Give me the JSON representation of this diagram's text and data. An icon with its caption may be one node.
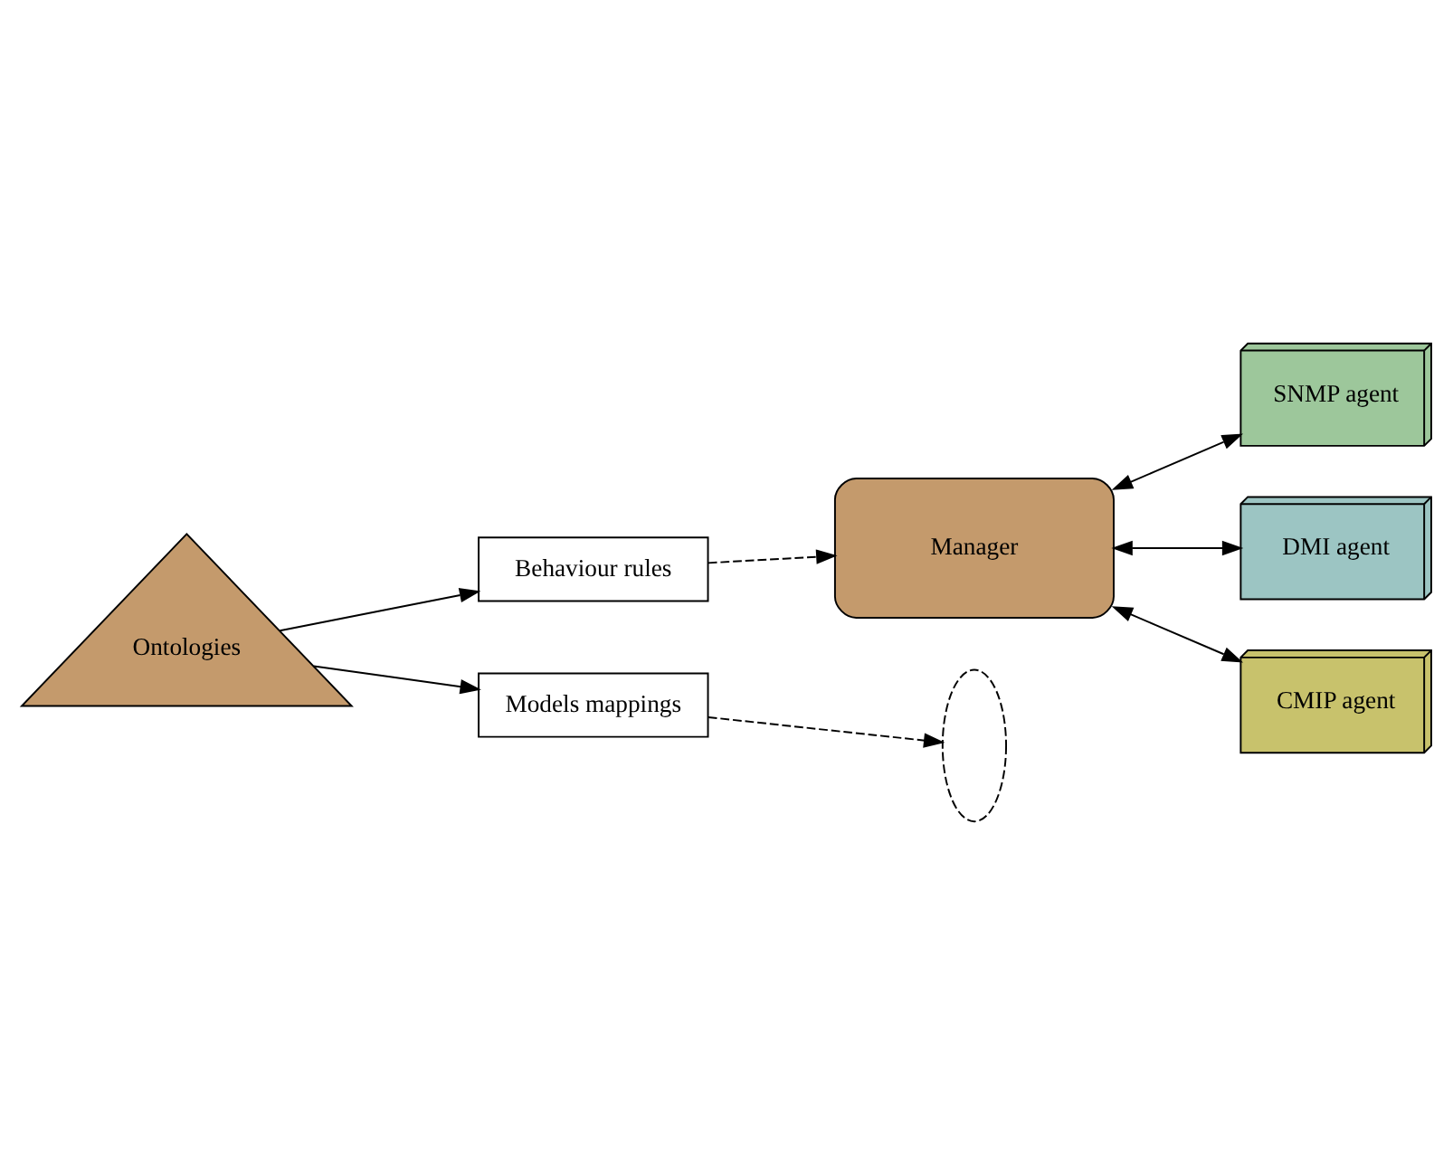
{
  "diagram": {
    "nodes": [
      {
        "text": [
          "Manager"
        ]
      },
      {
        "text": [
          "SNMP agent"
        ]
      },
      {
        "text": [
          "DMI agent"
        ]
      },
      {
        "text": [
          "CMIP agent"
        ]
      },
      {
        "text": [
          "Behaviour rules"
        ]
      },
      {
        "text": [
          "Models mappings"
        ]
      },
      {
        "text": [
          "Ontologies"
        ]
      },
      {
        "text": [],
        "shape": "ellipse"
      }
    ],
    "edges": [
      {
        "from": 0,
        "to": 1,
        "arrow": "both"
      },
      {
        "from": 0,
        "to": 2,
        "arrow": "both"
      },
      {
        "from": 0,
        "to": 3,
        "arrow": "both"
      },
      {
        "from": 4,
        "to": 0,
        "arrow": "to",
        "style": "dashed"
      },
      {
        "from": 5,
        "to": 7,
        "arrow": "to",
        "style": "dashed"
      },
      {
        "from": 6,
        "to": 4,
        "arrow": "to"
      },
      {
        "from": 6,
        "to": 5,
        "arrow": "to"
      }
    ]
  }
}
